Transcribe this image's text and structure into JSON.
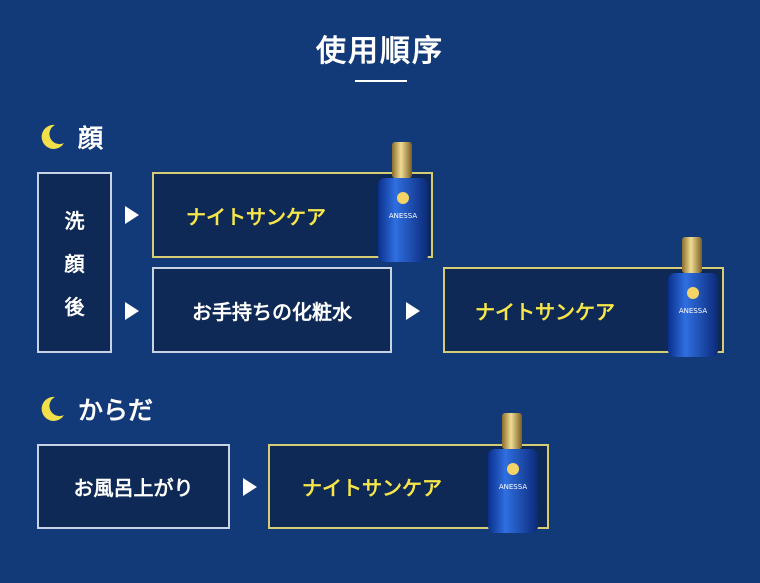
{
  "page": {
    "title": "使用順序"
  },
  "face": {
    "heading": "顔",
    "start_chars": [
      "洗",
      "顔",
      "後"
    ],
    "step1_product": "ナイトサンケア",
    "lotion": "お手持ちの化粧水",
    "step2_product": "ナイトサンケア"
  },
  "body_section": {
    "heading": "からだ",
    "start": "お風呂上がり",
    "product": "ナイトサンケア"
  },
  "bottle": {
    "brand": "ANESSA"
  },
  "colors": {
    "background": "#133a78",
    "box_fill": "#0e2955",
    "gold_border": "#d6cd72",
    "gold_text": "#f7e64a",
    "moon": "#f2e04a"
  }
}
